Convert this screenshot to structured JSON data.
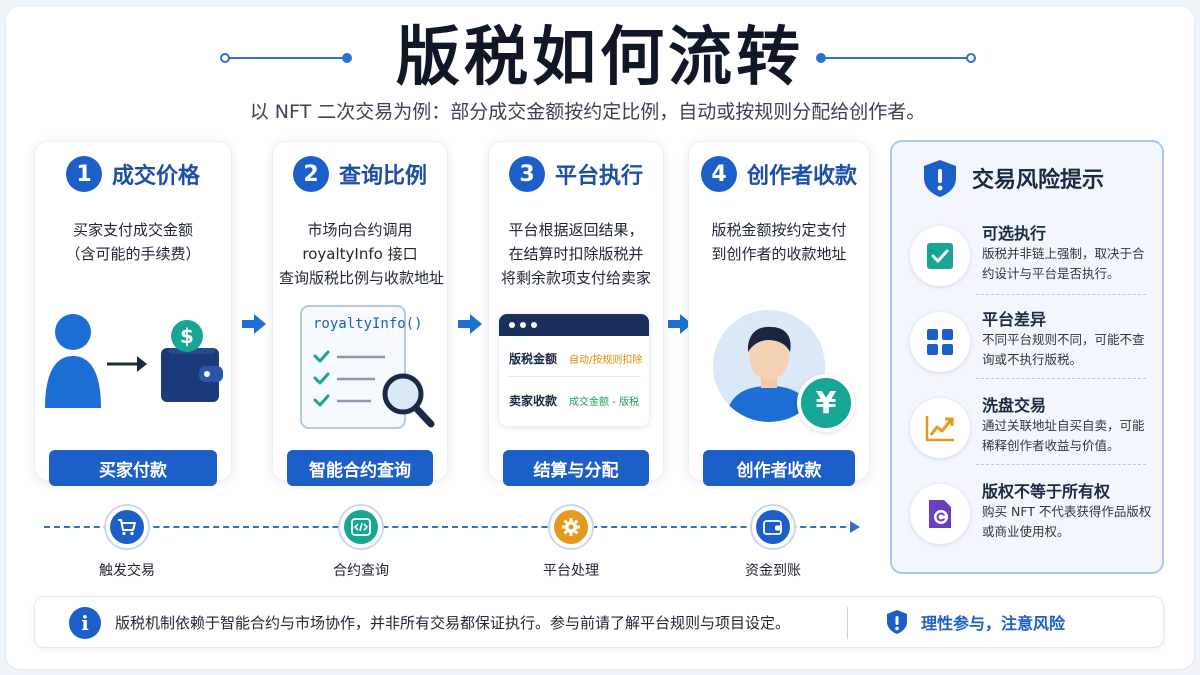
{
  "header": {
    "title": "版税如何流转",
    "subtitle": "以 NFT 二次交易为例：部分成交金额按约定比例，自动或按规则分配给创作者。"
  },
  "steps": [
    {
      "number": "1",
      "title": "成交价格",
      "desc": [
        "买家支付成交金额",
        "（含可能的手续费）"
      ],
      "button": "买家付款",
      "icons": [
        "person-icon",
        "arrow-icon",
        "wallet-icon",
        "dollar-coin-icon"
      ]
    },
    {
      "number": "2",
      "title": "查询比例",
      "desc": [
        "市场向合约调用",
        "royaltyInfo 接口",
        "查询版税比例与收款地址"
      ],
      "button": "智能合约查询",
      "doc_label": "royaltyInfo()",
      "icons": [
        "document-checklist-icon",
        "magnifier-icon"
      ]
    },
    {
      "number": "3",
      "title": "平台执行",
      "desc": [
        "平台根据返回结果，",
        "在结算时扣除版税并",
        "将剩余款项支付给卖家"
      ],
      "button": "结算与分配",
      "table": [
        {
          "label": "版税金额",
          "value": "自动/按规则扣除",
          "color": "#e08a00"
        },
        {
          "label": "卖家收款",
          "value": "成交金额 - 版税",
          "color": "#1f9a5a"
        }
      ]
    },
    {
      "number": "4",
      "title": "创作者收款",
      "desc": [
        "版税金额按约定支付",
        "到创作者的收款地址"
      ],
      "button": "创作者收款",
      "icons": [
        "creator-avatar-icon",
        "yen-coin-icon"
      ],
      "coin_symbol": "¥"
    }
  ],
  "risk": {
    "title": "交易风险提示",
    "items": [
      {
        "name": "可选执行",
        "desc": "版税并非链上强制，取决于合约设计与平台是否执行。",
        "icon": "checkbox-icon",
        "color": "#17a596"
      },
      {
        "name": "平台差异",
        "desc": "不同平台规则不同，可能不查询或不执行版税。",
        "icon": "grid-icon",
        "color": "#1d5fc9"
      },
      {
        "name": "洗盘交易",
        "desc": "通过关联地址自买自卖，可能稀释创作者收益与价值。",
        "icon": "trend-chart-icon",
        "color": "#e39a1c"
      },
      {
        "name": "版权不等于所有权",
        "desc": "购买 NFT 不代表获得作品版权或商业使用权。",
        "icon": "copyright-doc-icon",
        "color": "#6b3fc0"
      }
    ]
  },
  "timeline": [
    {
      "label": "触发交易",
      "icon": "cart-icon",
      "color": "#1d5fc9"
    },
    {
      "label": "合约查询",
      "icon": "code-icon",
      "color": "#17a596"
    },
    {
      "label": "平台处理",
      "icon": "gear-icon",
      "color": "#e39a1c"
    },
    {
      "label": "资金到账",
      "icon": "wallet-icon",
      "color": "#1d5fc9"
    }
  ],
  "footer": {
    "text": "版税机制依赖于智能合约与市场协作，并非所有交易都保证执行。参与前请了解平台规则与项目设定。",
    "right": "理性参与，注意风险"
  }
}
